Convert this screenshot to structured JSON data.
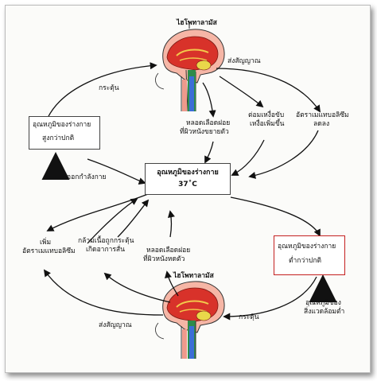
{
  "top_brain": {
    "label": "ไฮโพทาลามัส"
  },
  "bottom_brain": {
    "label": "ไฮโพทาลามัส"
  },
  "center_box": {
    "line1": "อุณหภูมิของร่างกาย",
    "line2": "37˚C"
  },
  "high_box": {
    "line1": "อุณหภูมิของร่างกาย",
    "line2": "สูงกว่าปกติ"
  },
  "low_box": {
    "line1": "อุณหภูมิของร่างกาย",
    "line2": "ต่ำกว่าปกติ"
  },
  "labels": {
    "stimulus_top": "กระตุ้น",
    "signal_top": "ส่งสัญญาณ",
    "vasodilation_1": "หลอดเลือดฝอย",
    "vasodilation_2": "ที่ผิวหนังขยายตัว",
    "sweat_1": "ต่อมเหงื่อขับ",
    "sweat_2": "เหงื่อเพิ่มขึ้น",
    "metab_down_1": "อัตราเมแทบอลิซึม",
    "metab_down_2": "ลดลง",
    "exercise": "ออกกำลังกาย",
    "metab_up_1": "เพิ่ม",
    "metab_up_2": "อัตราเมแทบอลิซึม",
    "shiver_1": "กล้ามเนื้อถูกกระตุ้น",
    "shiver_2": "เกิดอาการสั่น",
    "vasoconstriction_1": "หลอดเลือดฝอย",
    "vasoconstriction_2": "ที่ผิวหนังหดตัว",
    "signal_bottom": "ส่งสัญญาณ",
    "stimulus_bottom": "กระตุ้น",
    "environment_1": "อุณหภูมิของ",
    "environment_2": "สิ่งแวดล้อมต่ำ"
  }
}
